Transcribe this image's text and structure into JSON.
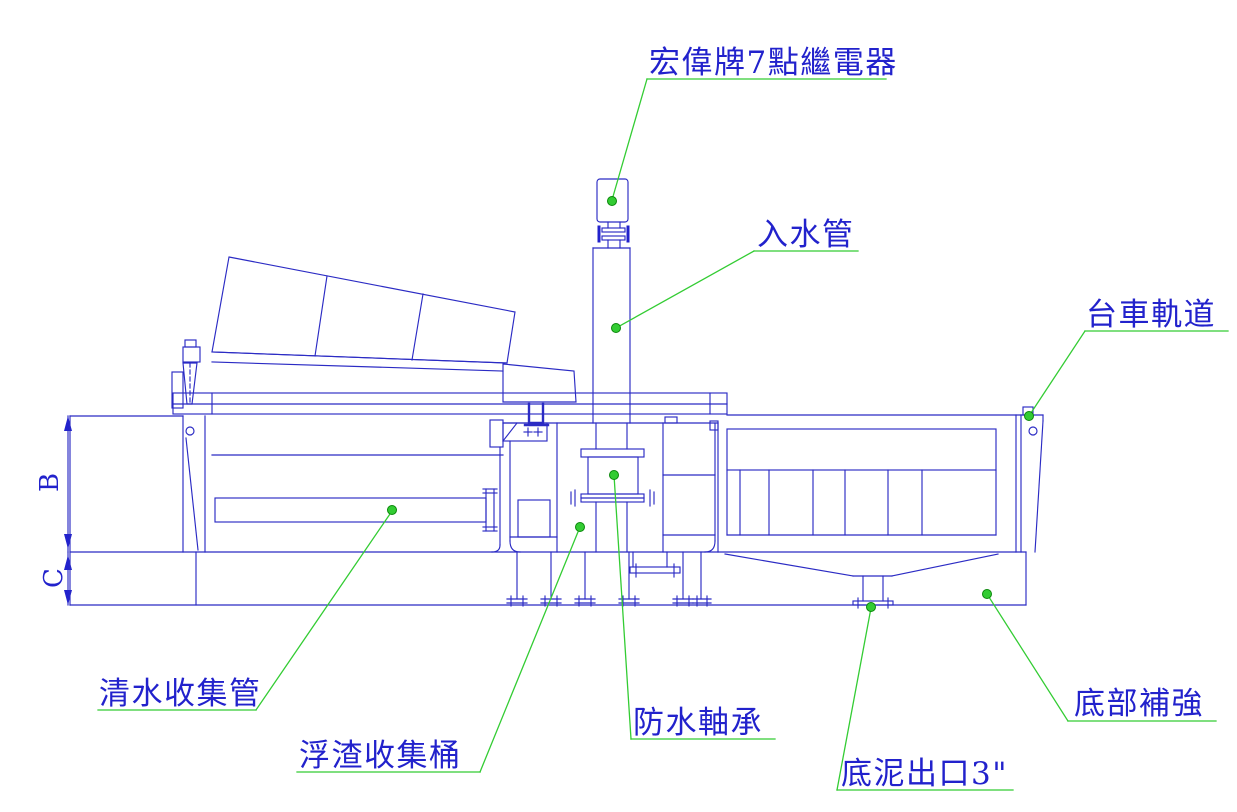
{
  "drawing": {
    "labels": {
      "relay": "宏偉牌7點繼電器",
      "inlet_pipe": "入水管",
      "trolley_track": "台車軌道",
      "clean_water_pipe": "清水收集管",
      "scum_bucket": "浮渣收集桶",
      "waterproof_bearing": "防水軸承",
      "sludge_outlet": "底泥出口3\"",
      "bottom_reinforce": "底部補強"
    },
    "dimensions": {
      "height_b": "B",
      "height_c": "C"
    },
    "colors": {
      "line_blue": "#2b2bc4",
      "text_blue": "#2222cc",
      "leader_green": "#33cc33",
      "dot_green": "#33cc33",
      "background": "#ffffff"
    }
  }
}
